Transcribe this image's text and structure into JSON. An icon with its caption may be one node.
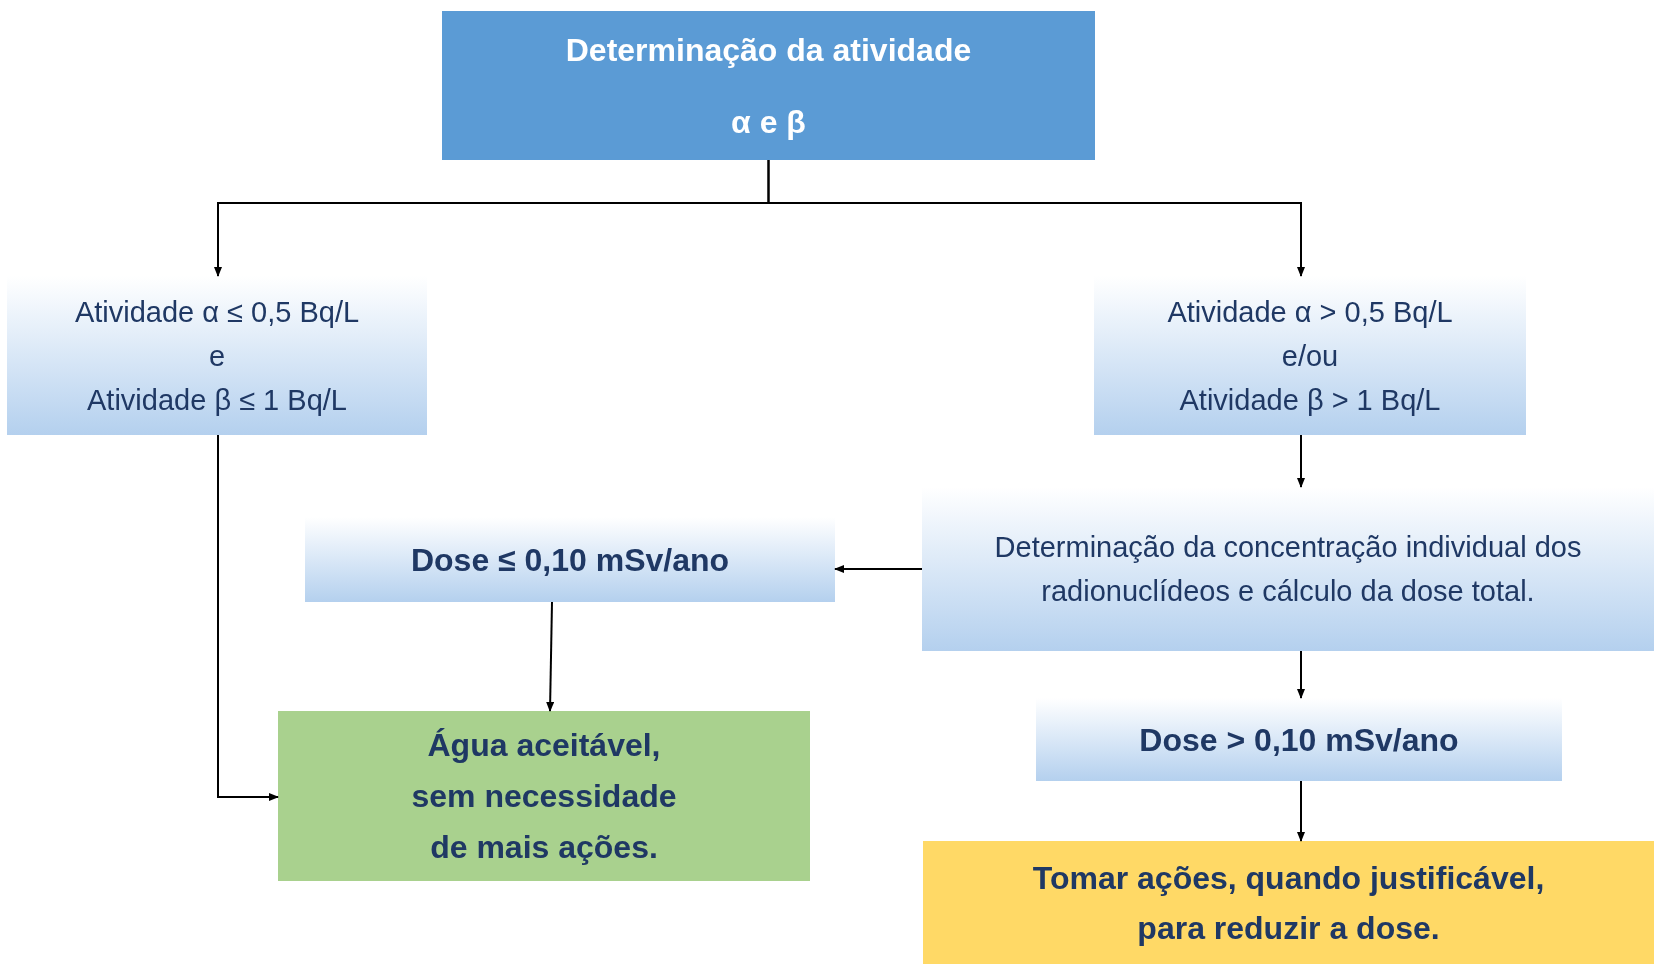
{
  "diagram": {
    "nodes": [
      {
        "text": [
          "Determinação da atividade",
          "α e β"
        ]
      },
      {
        "text": [
          "Atividade α ≤ 0,5 Bq/L",
          "e",
          "Atividade β ≤ 1 Bq/L"
        ]
      },
      {
        "text": [
          "Atividade α > 0,5 Bq/L",
          "e/ou",
          "Atividade β > 1 Bq/L"
        ]
      },
      {
        "text": [
          "Determinação da concentração individual dos radionuclídeos e cálculo da dose total."
        ]
      },
      {
        "text": [
          "Dose ≤ 0,10 mSv/ano"
        ]
      },
      {
        "text": [
          "Água aceitável, sem necessidade de mais ações."
        ]
      },
      {
        "text": [
          "Dose > 0,10 mSv/ano"
        ]
      },
      {
        "text": [
          "Tomar ações, quando justificável, para reduzir a dose."
        ]
      }
    ],
    "edges": [
      {
        "from": 0,
        "to": 1,
        "arrow": "to"
      },
      {
        "from": 0,
        "to": 2,
        "arrow": "to"
      },
      {
        "from": 2,
        "to": 3,
        "arrow": "to"
      },
      {
        "from": 3,
        "to": 4,
        "arrow": "to"
      },
      {
        "from": 4,
        "to": 5,
        "arrow": "to"
      },
      {
        "from": 1,
        "to": 5,
        "arrow": "to"
      },
      {
        "from": 3,
        "to": 6,
        "arrow": "to"
      },
      {
        "from": 6,
        "to": 7,
        "arrow": "to"
      }
    ]
  }
}
